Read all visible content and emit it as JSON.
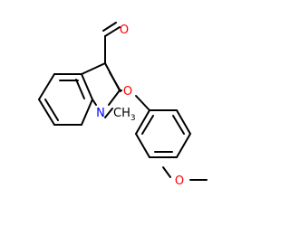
{
  "molecule": {
    "atoms": {
      "aldehyde_oxygen": "O",
      "ether_oxygen": "O",
      "ring_nitrogen": "N",
      "n_methyl": "CH",
      "n_methyl_subscript": "3",
      "methoxy": "O"
    },
    "colors": {
      "bond": "#000000",
      "oxygen": "#ff0000",
      "nitrogen": "#0000ff",
      "carbon": "#000000"
    }
  }
}
